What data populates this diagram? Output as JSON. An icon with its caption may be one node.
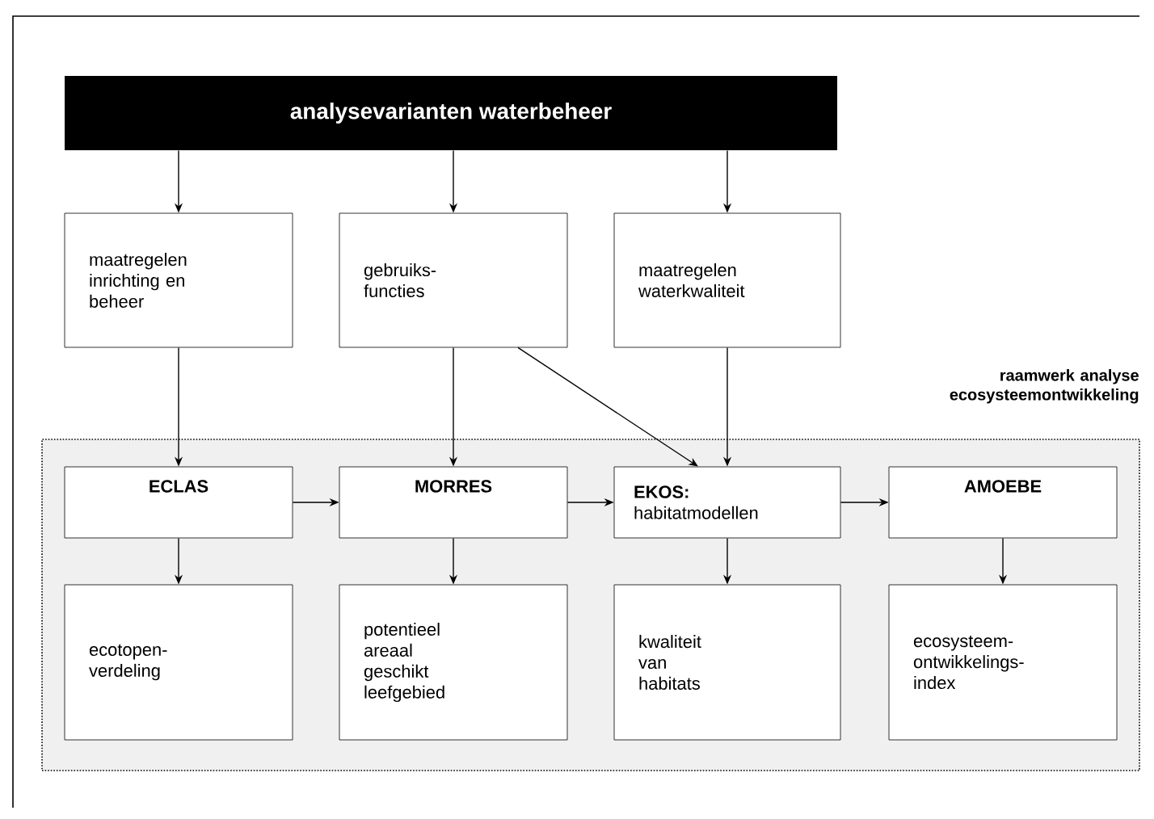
{
  "diagram": {
    "nodes": [
      {
        "text": [
          "analysevarianten waterbeheer"
        ]
      },
      {
        "text": [
          "maatregelen inrichting en beheer"
        ]
      },
      {
        "text": [
          "gebruiks-functies"
        ]
      },
      {
        "text": [
          "maatregelen waterkwaliteit"
        ]
      },
      {
        "text": [
          "raamwerk analyse ecosysteemontwikkeling"
        ]
      },
      {
        "text": [
          "ECLAS"
        ],
        "in": 4
      },
      {
        "text": [
          "MORRES"
        ],
        "in": 4
      },
      {
        "text": [
          "EKOS:",
          "habitatmodellen"
        ],
        "in": 4
      },
      {
        "text": [
          "AMOEBE"
        ],
        "in": 4
      },
      {
        "text": [
          "ecotopen-verdeling"
        ],
        "in": 4
      },
      {
        "text": [
          "potentieel areaal geschikt leefgebied"
        ],
        "in": 4
      },
      {
        "text": [
          "kwaliteit van habitats"
        ],
        "in": 4
      },
      {
        "text": [
          "ecosysteem-ontwikkelings-index"
        ],
        "in": 4
      }
    ],
    "edges": [
      {
        "from": 0,
        "to": 1,
        "arrow": "to"
      },
      {
        "from": 0,
        "to": 2,
        "arrow": "to"
      },
      {
        "from": 0,
        "to": 3,
        "arrow": "to"
      },
      {
        "from": 1,
        "to": 5,
        "arrow": "to"
      },
      {
        "from": 2,
        "to": 6,
        "arrow": "to"
      },
      {
        "from": 2,
        "to": 7,
        "arrow": "to"
      },
      {
        "from": 3,
        "to": 7,
        "arrow": "to"
      },
      {
        "from": 5,
        "to": 6,
        "arrow": "to"
      },
      {
        "from": 6,
        "to": 7,
        "arrow": "to"
      },
      {
        "from": 7,
        "to": 8,
        "arrow": "to"
      },
      {
        "from": 5,
        "to": 9,
        "arrow": "to"
      },
      {
        "from": 6,
        "to": 10,
        "arrow": "to"
      },
      {
        "from": 7,
        "to": 11,
        "arrow": "to"
      },
      {
        "from": 8,
        "to": 12,
        "arrow": "to"
      }
    ]
  }
}
